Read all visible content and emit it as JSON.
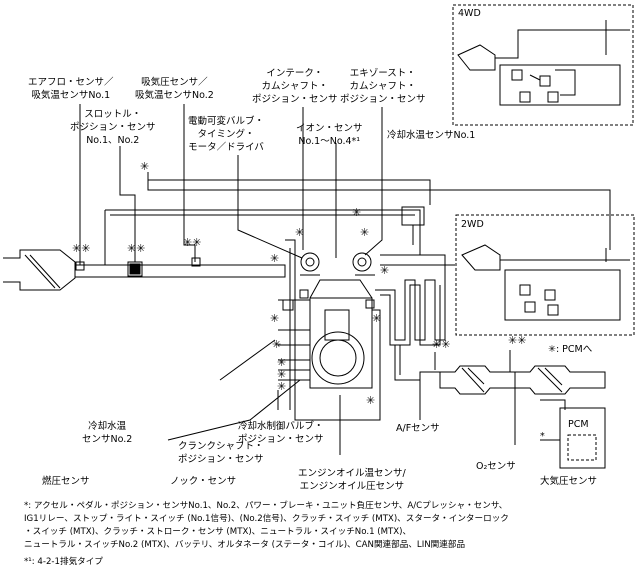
{
  "labels": {
    "airflow": [
      "エアフロ・センサ／",
      "吸気温センサNo.1"
    ],
    "map_sensor": [
      "吸気圧センサ／",
      "吸気温センサNo.2"
    ],
    "throttle": [
      "スロットル・",
      "ポジション・センサ",
      "No.1、No.2"
    ],
    "intake_cam": [
      "インテーク・",
      "カムシャフト・",
      "ポジション・センサ"
    ],
    "exhaust_cam": [
      "エキゾースト・",
      "カムシャフト・",
      "ポジション・センサ"
    ],
    "evvt": [
      "電動可変バルブ・",
      "タイミング・",
      "モータ／ドライバ"
    ],
    "ion": [
      "イオン・センサ",
      "No.1〜No.4*¹"
    ],
    "ect1": [
      "冷却水温センサNo.1"
    ],
    "pcm_legend": "✳: PCMへ",
    "ect2": [
      "冷却水温",
      "センサNo.2"
    ],
    "thermostat": [
      "冷却水制御バルブ・",
      "ポジション・センサ"
    ],
    "crank": [
      "クランクシャフト・",
      "ポジション・センサ"
    ],
    "fuel_temp": "燃圧センサ",
    "knock": "ノック・センサ",
    "oil": [
      "エンジンオイル温センサ/",
      "エンジンオイル圧センサ"
    ],
    "af": "A/Fセンサ",
    "o2": "O₂センサ",
    "baro": "大気圧センサ",
    "pcm_box": "PCM",
    "pcm_star": "*",
    "four_wd": "4WD",
    "two_wd": "2WD"
  },
  "notes": [
    "*: アクセル・ペダル・ポジション・センサNo.1、No.2、パワー・ブレーキ・ユニット負圧センサ、A/Cプレッシャ・センサ、",
    "IG1リレー、ストップ・ライト・スイッチ (No.1信号)、(No.2信号)、クラッチ・スイッチ (MTX)、スタータ・インターロック",
    "・スイッチ (MTX)、クラッチ・ストローク・センサ (MTX)、ニュートラル・スイッチNo.1 (MTX)、",
    "ニュートラル・スイッチNo.2 (MTX)、バッテリ、オルタネータ (ステータ・コイル)、CAN関連部品、LIN関連部品",
    "*¹: 4-2-1排気タイプ"
  ]
}
